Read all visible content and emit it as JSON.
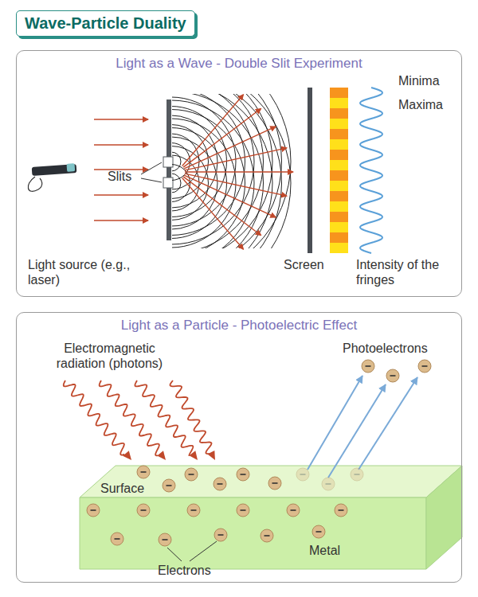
{
  "diagram": {
    "title": "Wave-Particle Duality",
    "nodes": [
      {
        "text": [
          "Light as a Wave - Double Slit Experiment"
        ]
      },
      {
        "text": [
          "Light as a Particle - Photoelectric Effect"
        ]
      }
    ],
    "labels": [
      "Minima",
      "Maxima",
      "Slits",
      "Light source (e.g., laser)",
      "Screen",
      "Intensity of the fringes",
      "Electromagnetic radiation (photons)",
      "Photoelectrons",
      "Surface",
      "Metal",
      "Electrons"
    ]
  }
}
